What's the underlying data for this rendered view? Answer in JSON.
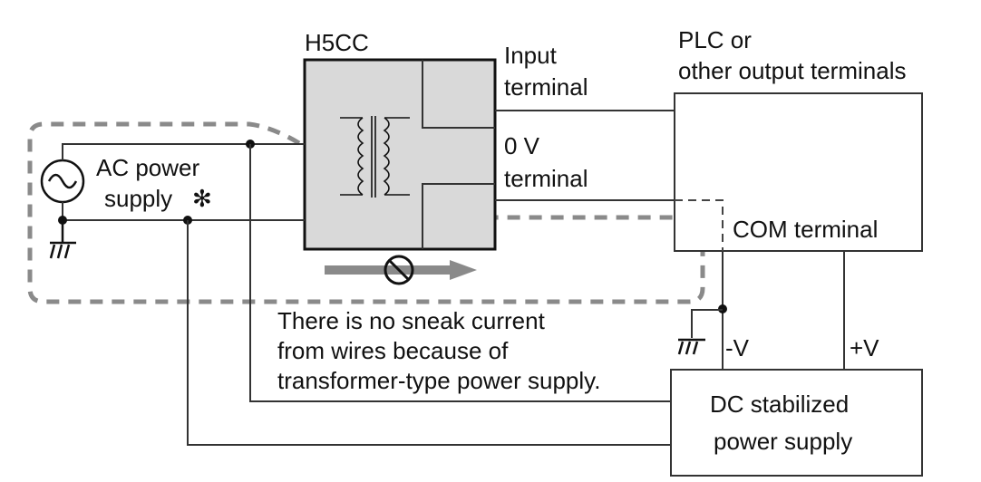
{
  "device": {
    "name": "H5CC",
    "input_terminal": [
      "Input",
      "terminal"
    ],
    "zero_v_terminal": [
      "0 V",
      "terminal"
    ]
  },
  "ac_source": {
    "label": [
      "AC power",
      "supply"
    ],
    "note_mark": "✻"
  },
  "plc": {
    "label": [
      "PLC or",
      "other output terminals"
    ],
    "com_terminal": "COM terminal"
  },
  "dc_supply": {
    "label": [
      "DC stabilized",
      "power supply"
    ],
    "minus_v": "-V",
    "plus_v": "+V"
  },
  "note": {
    "lines": [
      "There is no sneak current",
      "from wires because of",
      "transformer-type power supply."
    ]
  },
  "colors": {
    "device_fill": "#d9d9d9",
    "sneak_path": "#8a8a8a",
    "arrow": "#8a8a8a"
  }
}
